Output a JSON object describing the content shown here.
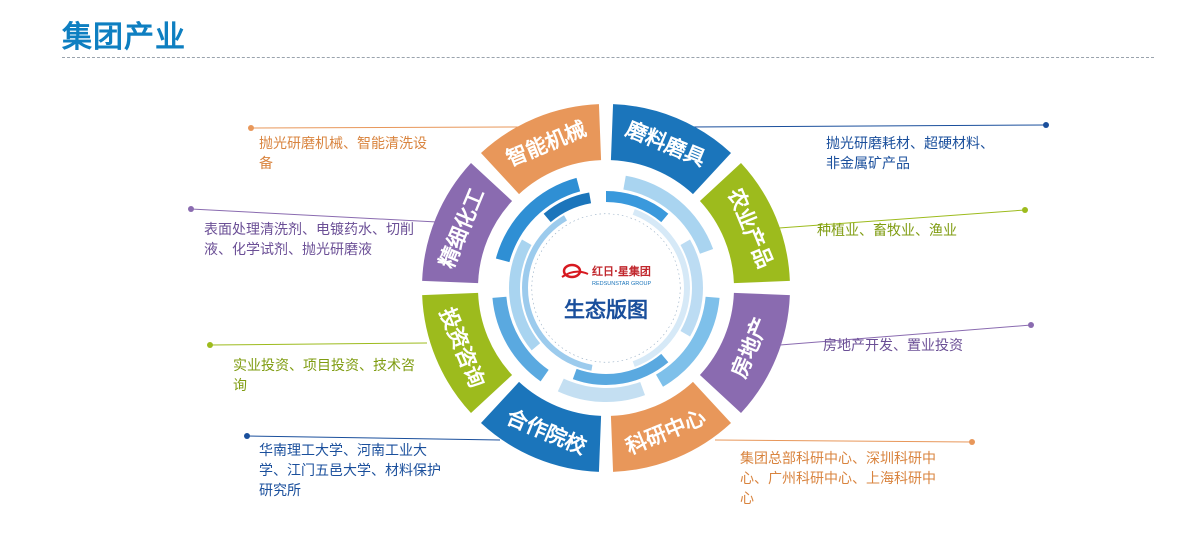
{
  "page": {
    "title": "集团产业"
  },
  "center": {
    "label": "生态版图",
    "logo_text": "红日·星集团",
    "logo_subtext": "REDSUNSTAR GROUP"
  },
  "segments": [
    {
      "id": "abrasives",
      "label": "磨料磨具",
      "color": "#1b75bb",
      "description": "抛光研磨耗材、超硬材料、非金属矿产品"
    },
    {
      "id": "agri",
      "label": "农业产品",
      "color": "#9dbb1d",
      "description": "种植业、畜牧业、渔业"
    },
    {
      "id": "realestate",
      "label": "房地产",
      "color": "#8a6bb0",
      "description": "房地产开发、置业投资"
    },
    {
      "id": "rnd",
      "label": "科研中心",
      "color": "#e8975a",
      "description": "集团总部科研中心、深圳科研中心、广州科研中心、上海科研中心"
    },
    {
      "id": "cooperation",
      "label": "合作院校",
      "color": "#1b75bb",
      "description": "华南理工大学、河南工业大学、江门五邑大学、材料保护研究所"
    },
    {
      "id": "investment",
      "label": "投资咨询",
      "color": "#9dbb1d",
      "description": "实业投资、项目投资、技术咨询"
    },
    {
      "id": "chemical",
      "label": "精细化工",
      "color": "#8a6bb0",
      "description": "表面处理清洗剂、电镀药水、切削液、化学试剂、抛光研磨液"
    },
    {
      "id": "machinery",
      "label": "智能机械",
      "color": "#e8975a",
      "description": "抛光研磨机械、智能清洗设备"
    }
  ]
}
